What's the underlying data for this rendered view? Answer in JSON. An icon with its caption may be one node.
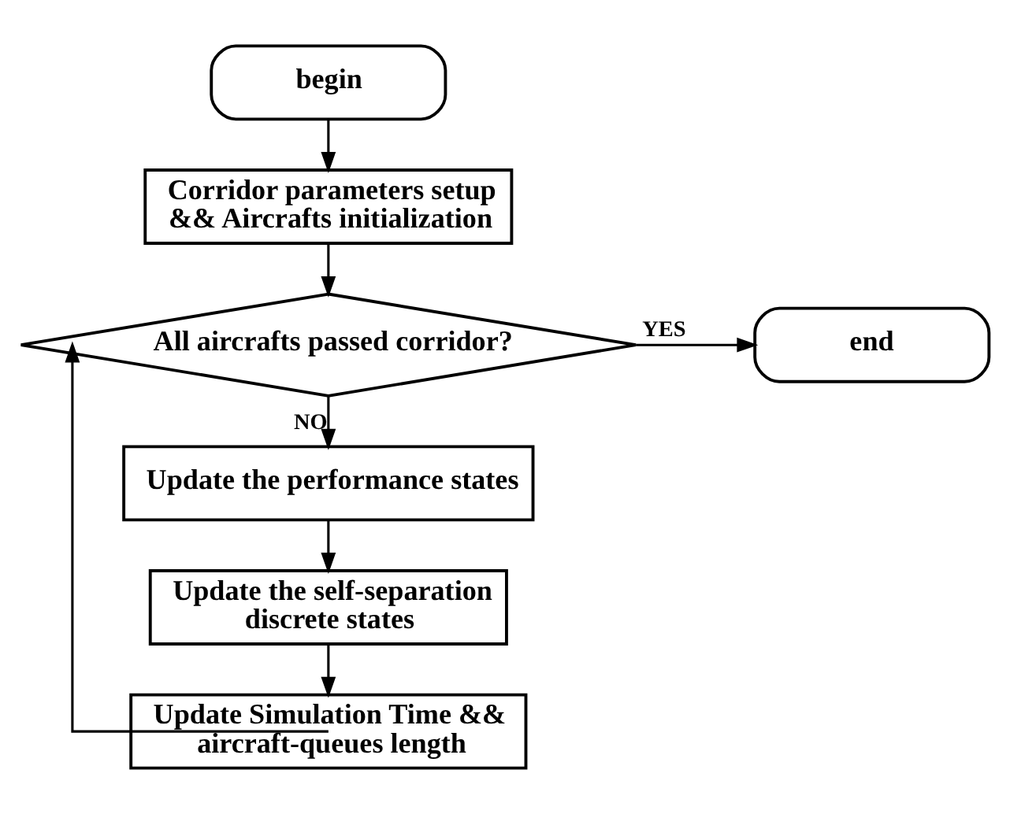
{
  "diagram": {
    "nodes": [
      {
        "text": [
          "begin"
        ]
      },
      {
        "text": [
          "Corridor parameters setup && Aircrafts initialization"
        ]
      },
      {
        "text": [
          "All aircrafts passed corridor?"
        ]
      },
      {
        "text": [
          "end"
        ]
      },
      {
        "text": [
          "Update the performance states"
        ]
      },
      {
        "text": [
          "Update the self-separation discrete states"
        ]
      },
      {
        "text": [
          "Update Simulation Time && aircraft-queues length"
        ]
      }
    ],
    "edges": [
      {
        "from": 0,
        "to": 1,
        "arrow": "to"
      },
      {
        "from": 1,
        "to": 2,
        "arrow": "to"
      },
      {
        "from": 2,
        "to": 3,
        "arrow": "to",
        "label": "YES"
      },
      {
        "from": 2,
        "to": 4,
        "arrow": "to",
        "label": "NO"
      },
      {
        "from": 4,
        "to": 5,
        "arrow": "to"
      },
      {
        "from": 5,
        "to": 6,
        "arrow": "to"
      },
      {
        "from": 6,
        "to": 2,
        "arrow": "to"
      }
    ]
  }
}
